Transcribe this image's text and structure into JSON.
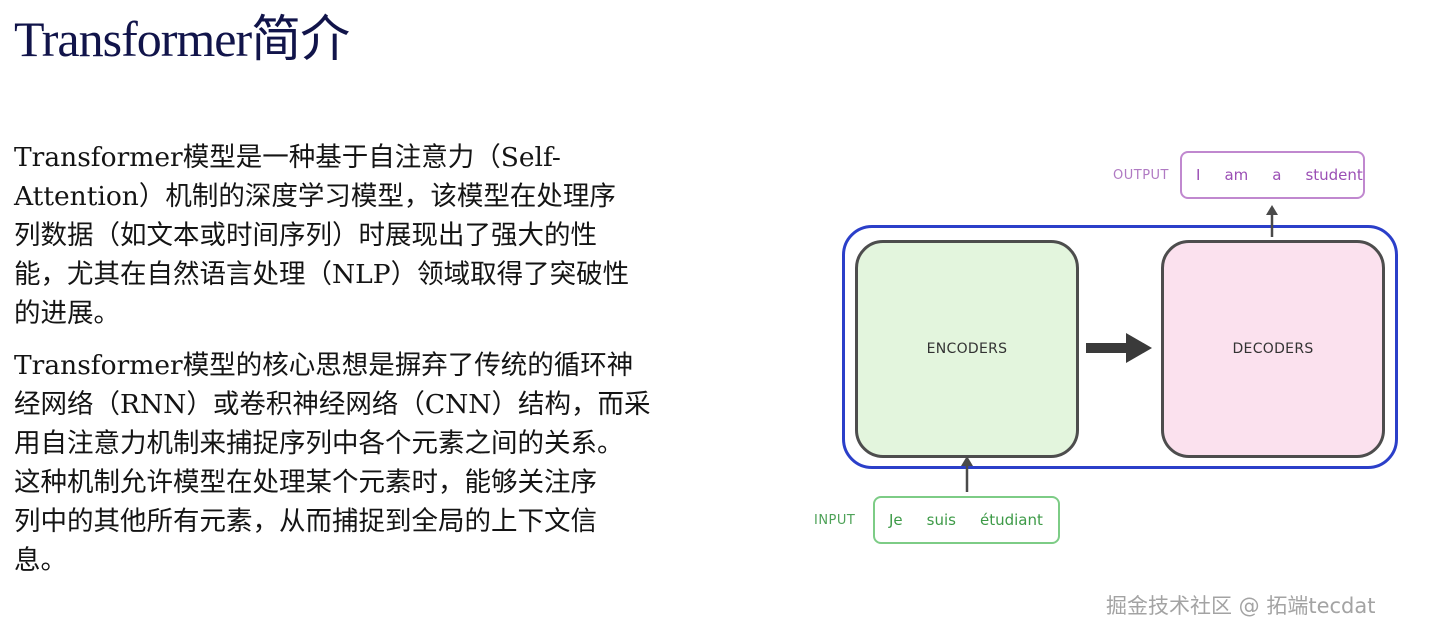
{
  "slide": {
    "title": "Transformer简介",
    "paragraph1": [
      "Transformer模型是一种基于自注意力（Self-",
      "Attention）机制的深度学习模型，该模型在处理序",
      "列数据（如文本或时间序列）时展现出了强大的性",
      "能，尤其在自然语言处理（NLP）领域取得了突破性",
      "的进展。"
    ],
    "paragraph2": [
      "Transformer模型的核心思想是摒弃了传统的循环神",
      "经网络（RNN）或卷积神经网络（CNN）结构，而采",
      "用自注意力机制来捕捉序列中各个元素之间的关系。",
      "这种机制允许模型在处理某个元素时，能够关注序",
      "列中的其他所有元素，从而捕捉到全局的上下文信",
      "息。"
    ]
  },
  "diagram": {
    "encoders_label": "ENCODERS",
    "decoders_label": "DECODERS",
    "output_label": "OUTPUT",
    "output_tokens": [
      "I",
      "am",
      "a",
      "student"
    ],
    "input_label": "INPUT",
    "input_tokens": [
      "Je",
      "suis",
      "étudiant"
    ],
    "colors": {
      "frame": "#2b3fc9",
      "encoder_fill": "#e3f5dd",
      "decoder_fill": "#fbe1ee",
      "output": "#9b4fb5",
      "input": "#3d9a47",
      "arrow": "#3a3a3a"
    }
  },
  "watermark": "掘金技术社区 @ 拓端tecdat"
}
